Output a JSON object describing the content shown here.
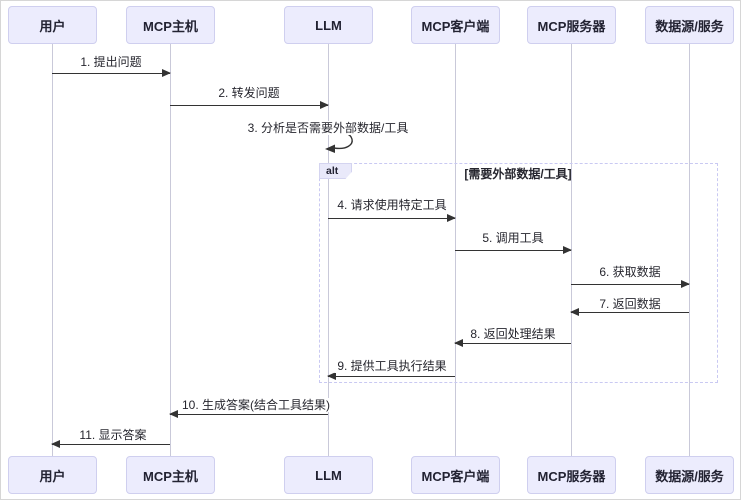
{
  "diagram": {
    "type": "sequence-diagram",
    "actors": [
      {
        "id": "user",
        "label": "用户"
      },
      {
        "id": "mcp-host",
        "label": "MCP主机"
      },
      {
        "id": "llm",
        "label": "LLM"
      },
      {
        "id": "mcp-client",
        "label": "MCP客户端"
      },
      {
        "id": "mcp-server",
        "label": "MCP服务器"
      },
      {
        "id": "data-source",
        "label": "数据源/服务"
      }
    ],
    "messages": [
      {
        "label": "1. 提出问题",
        "from": "用户",
        "to": "MCP主机"
      },
      {
        "label": "2. 转发问题",
        "from": "MCP主机",
        "to": "LLM"
      },
      {
        "label": "3. 分析是否需要外部数据/工具",
        "from": "LLM",
        "to": "LLM"
      },
      {
        "label": "4. 请求使用特定工具",
        "from": "LLM",
        "to": "MCP客户端"
      },
      {
        "label": "5. 调用工具",
        "from": "MCP客户端",
        "to": "MCP服务器"
      },
      {
        "label": "6. 获取数据",
        "from": "MCP服务器",
        "to": "数据源/服务"
      },
      {
        "label": "7. 返回数据",
        "from": "数据源/服务",
        "to": "MCP服务器"
      },
      {
        "label": "8. 返回处理结果",
        "from": "MCP服务器",
        "to": "MCP客户端"
      },
      {
        "label": "9. 提供工具执行结果",
        "from": "MCP客户端",
        "to": "LLM"
      },
      {
        "label": "10. 生成答案(结合工具结果)",
        "from": "LLM",
        "to": "MCP主机"
      },
      {
        "label": "11. 显示答案",
        "from": "MCP主机",
        "to": "用户"
      }
    ],
    "alt": {
      "label": "alt",
      "condition": "[需要外部数据/工具]"
    },
    "colors": {
      "actor_fill": "#ECECFD",
      "actor_border": "#CFCFEF",
      "arrow": "#333333",
      "lifeline": "#C9C9D9",
      "alt_border": "#C9C9F2",
      "text": "#26262E"
    }
  }
}
